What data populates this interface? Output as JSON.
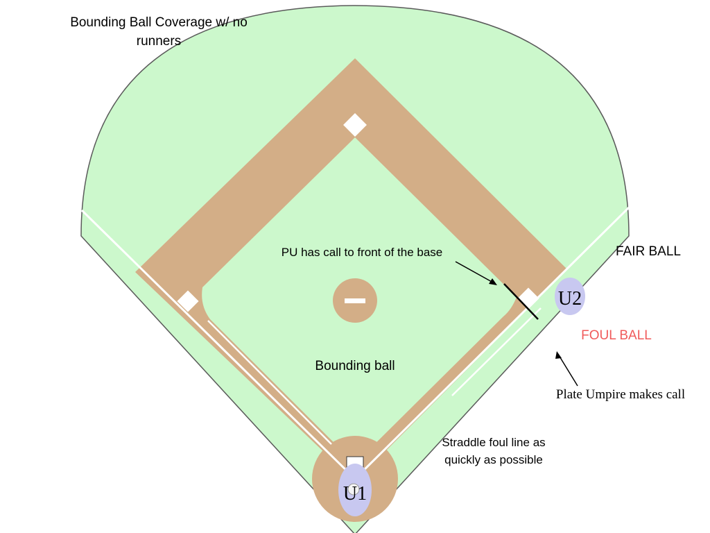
{
  "title": {
    "line1": "Bounding Ball Coverage  w/ no",
    "line2": "runners"
  },
  "labels": {
    "pu_call": "PU has call to front of the base",
    "fair_ball": "FAIR BALL",
    "foul_ball": "FOUL BALL",
    "plate_umpire": "Plate Umpire makes call",
    "bounding_ball": "Bounding ball",
    "straddle_line1": "Straddle foul line as",
    "straddle_line2": "quickly as possible"
  },
  "umpires": {
    "u1": "U1",
    "u2": "U2"
  },
  "colors": {
    "outfield_grass": "#ccf8cc",
    "infield_dirt": "#d3ae87",
    "umpire_marker": "#c8c8f0",
    "foul_ball_text": "#f05a5a",
    "base": "#ffffff",
    "call_line": "#000000"
  }
}
